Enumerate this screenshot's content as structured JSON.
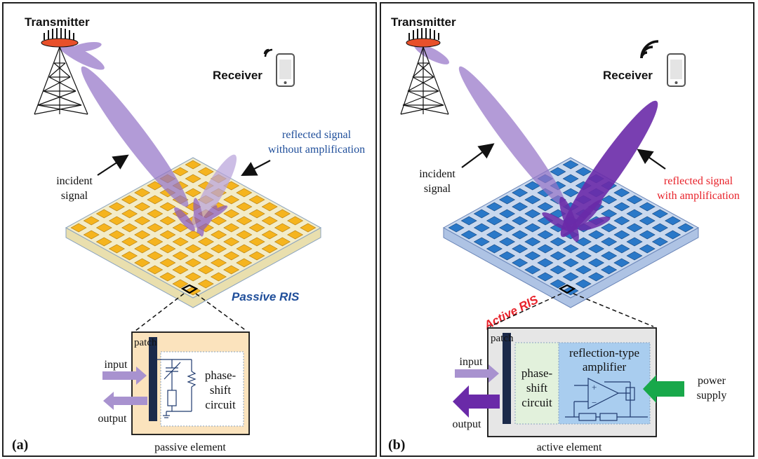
{
  "panel_a": {
    "tag": "(a)",
    "transmitter": "Transmitter",
    "receiver": "Receiver",
    "incident_line1": "incident",
    "incident_line2": "signal",
    "reflected_line1": "reflected signal",
    "reflected_line2": "without amplification",
    "ris_label": "Passive RIS",
    "patch": "patch",
    "circuit_line1": "phase-",
    "circuit_line2": "shift",
    "circuit_line3": "circuit",
    "input": "input",
    "output": "output",
    "caption": "passive element"
  },
  "panel_b": {
    "tag": "(b)",
    "transmitter": "Transmitter",
    "receiver": "Receiver",
    "incident_line1": "incident",
    "incident_line2": "signal",
    "reflected_line1": "reflected signal",
    "reflected_line2": "with amplification",
    "ris_label": "Active RIS",
    "patch": "patch",
    "circuit_line1": "phase-",
    "circuit_line2": "shift",
    "circuit_line3": "circuit",
    "amp_line1": "reflection-type",
    "amp_line2": "amplifier",
    "input": "input",
    "output": "output",
    "power_line1": "power",
    "power_line2": "supply",
    "caption": "active element"
  },
  "colors": {
    "passive_patch": "#f5b41e",
    "passive_board": "#f3ecc8",
    "active_patch": "#2a78c8",
    "active_board": "#c9d8ee",
    "beam": "#9575c8",
    "beam_strong": "#6a2aa8",
    "passive_label": "#1f4e9a",
    "active_label": "#e8222a",
    "reflected_passive_text": "#1f4e9a",
    "reflected_active_text": "#e8222a",
    "passive_box": "#fbe3bd",
    "active_box": "#e6e6e6",
    "amp_box": "#a9cdef",
    "shift_box": "#e2f1dc",
    "power_arrow": "#18a84a"
  },
  "icons": [
    "transmitter-tower-icon",
    "smartphone-icon",
    "wifi-signal-icon"
  ]
}
